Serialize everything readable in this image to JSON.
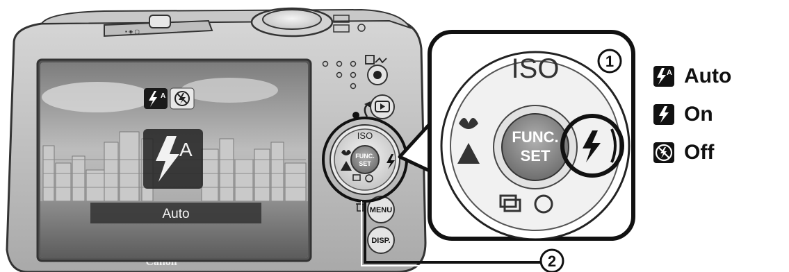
{
  "camera": {
    "brand": "Canon",
    "screen": {
      "flash_option_auto_icon": "flash-auto-icon",
      "flash_option_off_icon": "flash-off-icon",
      "big_flash_icon": "flash-auto-icon",
      "mode_label": "Auto"
    },
    "control_dial": {
      "top_label": "ISO",
      "center_label_line1": "FUNC.",
      "center_label_line2": "SET"
    },
    "buttons": {
      "menu_label": "MENU",
      "display_label": "DISP."
    }
  },
  "callout": {
    "step_1": "1",
    "step_2": "2",
    "dial_top_label": "ISO",
    "dial_center_line1": "FUNC.",
    "dial_center_line2": "SET"
  },
  "legend": {
    "items": [
      {
        "icon": "flash-auto-icon",
        "label": "Auto"
      },
      {
        "icon": "flash-on-icon",
        "label": "On"
      },
      {
        "icon": "flash-off-icon",
        "label": "Off"
      }
    ]
  }
}
